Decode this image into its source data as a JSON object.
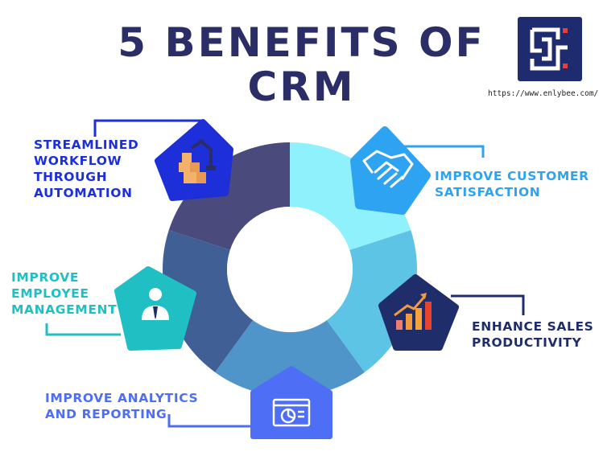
{
  "title": {
    "line1": "5 BENEFITS OF",
    "line2": "CRM"
  },
  "logo": {
    "url": "https://www.enlybee.com/"
  },
  "benefits": [
    {
      "label": "IMPROVE CUSTOMER\nSATISFACTION",
      "icon": "handshake-icon",
      "color": "#2ea3f2",
      "segment_color": "#8ef1fb"
    },
    {
      "label": "ENHANCE SALES\nPRODUCTIVITY",
      "icon": "growth-chart-icon",
      "color": "#1f2d6b",
      "segment_color": "#5dc4e6"
    },
    {
      "label": "IMPROVE ANALYTICS\nAND REPORTING",
      "icon": "report-chart-icon",
      "color": "#4d6ef5",
      "segment_color": "#4f95c9"
    },
    {
      "label": "IMPROVE\nEMPLOYEE\nMANAGEMENT",
      "icon": "employee-icon",
      "color": "#1fbfc4",
      "segment_color": "#3f5f95"
    },
    {
      "label": "STREAMLINED\nWORKFLOW\nTHROUGH\nAUTOMATION",
      "icon": "robot-arm-icon",
      "color": "#1c2fd8",
      "segment_color": "#4a4a7c"
    }
  ],
  "colors": {
    "title": "#2a2d66",
    "background": "#ffffff"
  }
}
